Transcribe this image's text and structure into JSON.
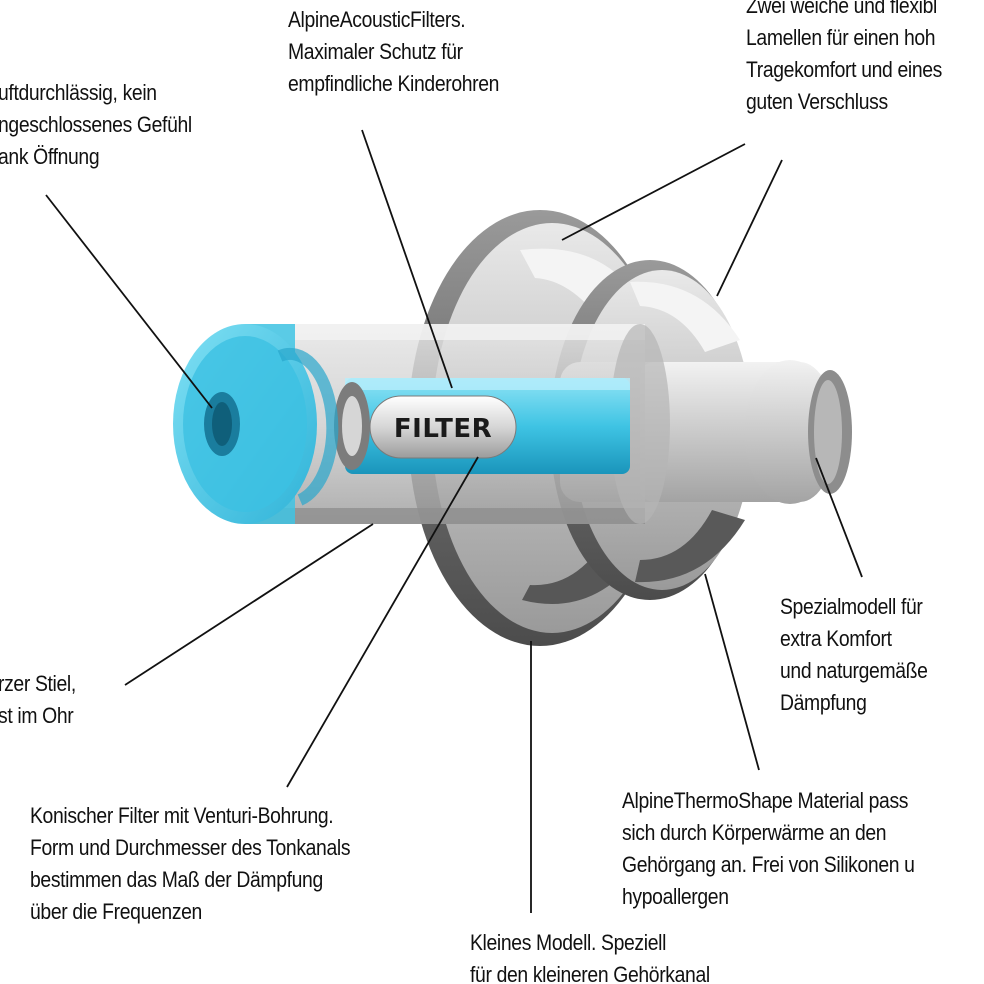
{
  "filter_label": "FILTER",
  "annotations": {
    "acoustic_filters": {
      "lines": [
        "AlpineAcousticFilters.",
        "Maximaler Schutz für",
        "empfindliche Kinderohren"
      ]
    },
    "lamellae": {
      "lines": [
        "Zwei weiche und flexibl",
        "Lamellen für einen hoh",
        "Tragekomfort und eines",
        "guten Verschluss"
      ]
    },
    "breathable": {
      "lines": [
        "uftdurchlässig, kein",
        "ngeschlossenes Gefühl",
        "ank Öffnung"
      ]
    },
    "short_stem": {
      "lines": [
        "rzer Stiel,",
        "st im Ohr"
      ]
    },
    "special_model": {
      "lines": [
        "Spezialmodell für",
        "extra Komfort",
        "und naturgemäße",
        "Dämpfung"
      ]
    },
    "thermoshape": {
      "lines": [
        "AlpineThermoShape Material pass",
        "sich durch Körperwärme an den",
        "Gehörgang an. Frei von Silikonen u",
        "hypoallergen"
      ]
    },
    "conical_filter": {
      "lines": [
        "Konischer Filter mit Venturi-Bohrung.",
        "Form und Durchmesser des Tonkanals",
        "bestimmen das Maß der Dämpfung",
        "über die Frequenzen"
      ]
    },
    "small_model": {
      "lines": [
        "Kleines Modell. Speziell",
        "für den kleineren Gehörkanal"
      ]
    }
  },
  "colors": {
    "filter_blue": "#3fc4e4",
    "filter_blue_dark": "#1a8fb3",
    "body_gray": "#c8c8c8",
    "body_gray_dark": "#6e6e6e",
    "text": "#111111"
  }
}
